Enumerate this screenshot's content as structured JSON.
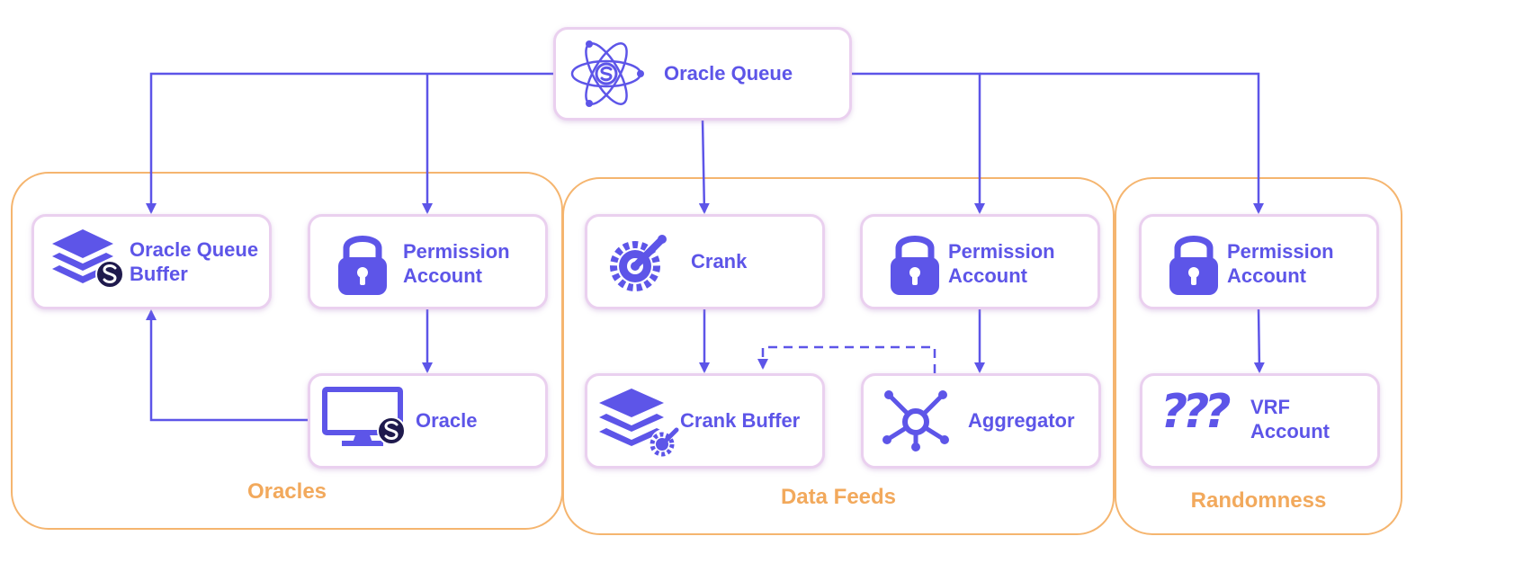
{
  "groups": {
    "oracles": "Oracles",
    "data_feeds": "Data Feeds",
    "randomness": "Randomness"
  },
  "nodes": {
    "oracle_queue": "Oracle Queue",
    "oracle_queue_buffer_1": "Oracle Queue",
    "oracle_queue_buffer_2": "Buffer",
    "permission_account_oracles_1": "Permission",
    "permission_account_oracles_2": "Account",
    "oracle": "Oracle",
    "crank": "Crank",
    "permission_account_feeds_1": "Permission",
    "permission_account_feeds_2": "Account",
    "crank_buffer": "Crank Buffer",
    "aggregator": "Aggregator",
    "permission_account_vrf_1": "Permission",
    "permission_account_vrf_2": "Account",
    "vrf_account_1": "VRF",
    "vrf_account_2": "Account"
  },
  "colors": {
    "accent": "#5d55e8",
    "group_border": "#f5b56f",
    "group_label": "#f2a95c",
    "node_border": "#ead0ef",
    "badge": "#1f1a4d"
  },
  "icons": [
    "atom-icon",
    "layers-icon",
    "lock-icon",
    "monitor-icon",
    "crank-gear-icon",
    "network-icon",
    "question-marks-icon",
    "switchboard-badge-icon"
  ]
}
